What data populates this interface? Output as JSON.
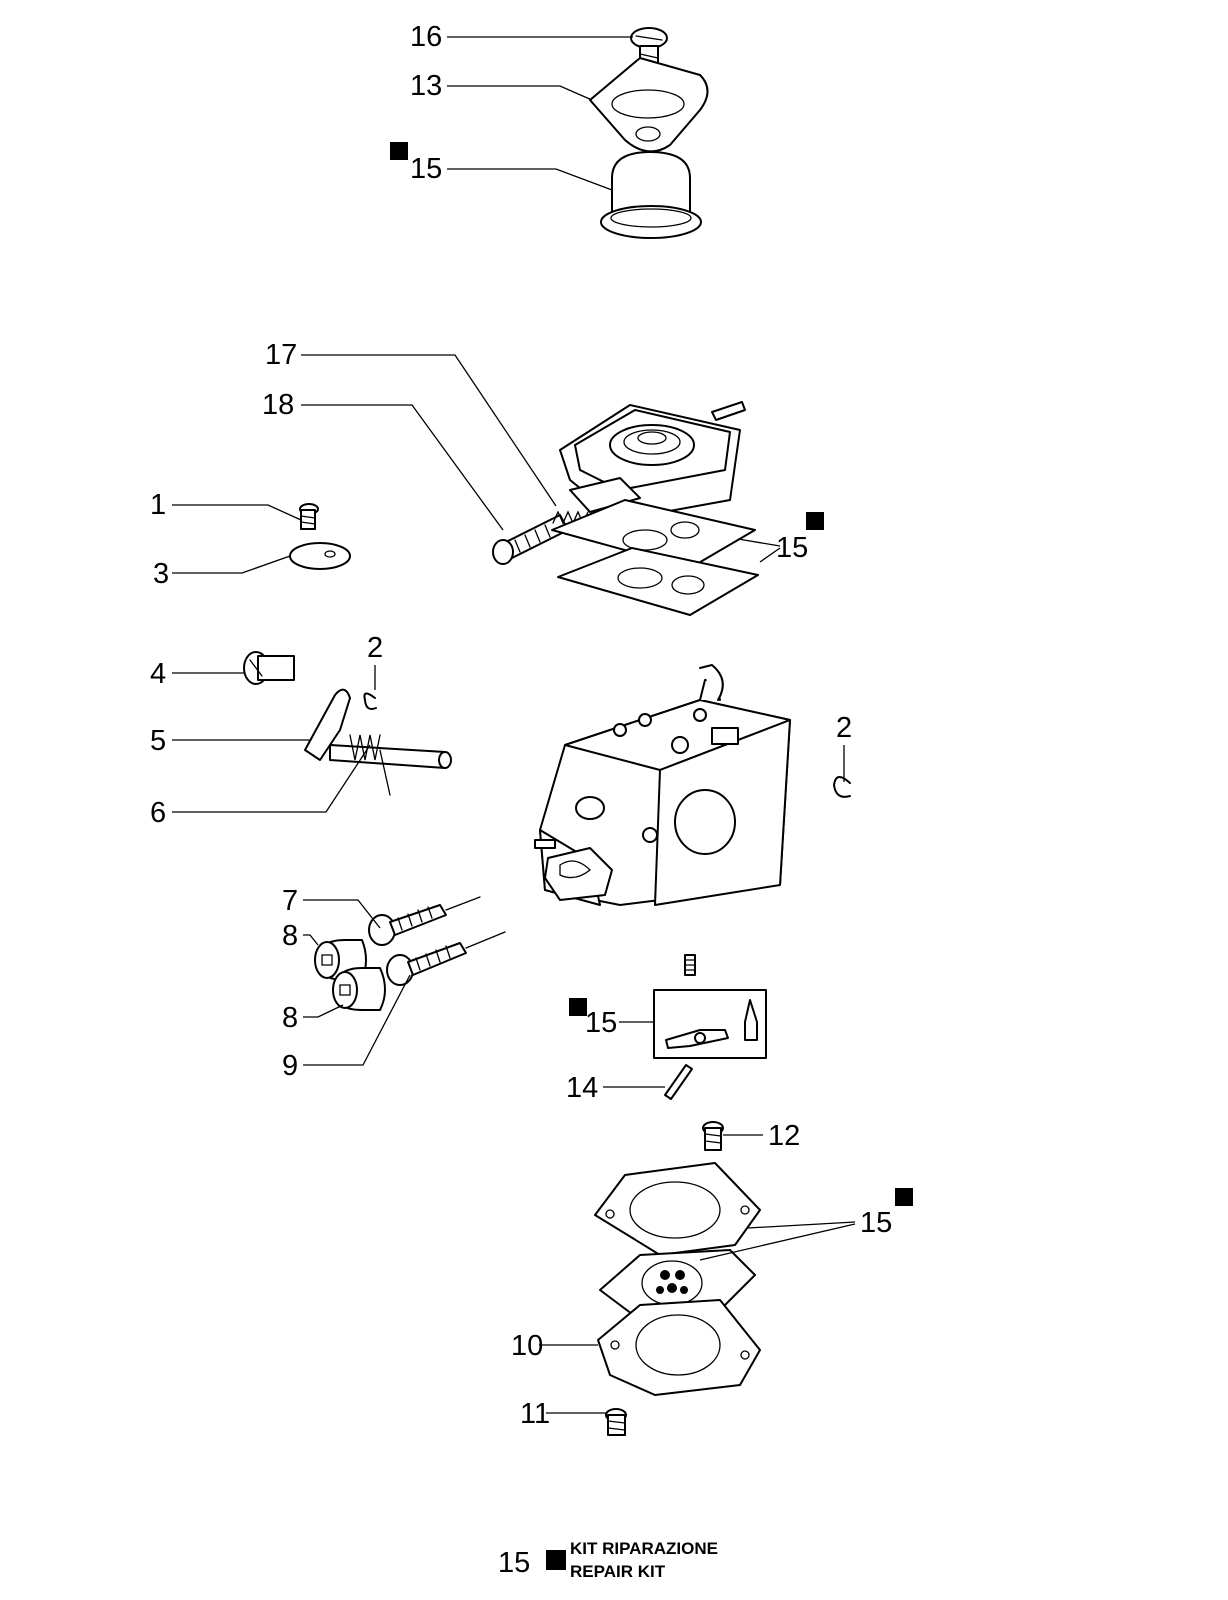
{
  "callouts": {
    "c16": "16",
    "c13": "13",
    "c15_top": "15",
    "c17": "17",
    "c18": "18",
    "c15_upper_gaskets": "15",
    "c1": "1",
    "c3": "3",
    "c2_left": "2",
    "c4": "4",
    "c5": "5",
    "c6": "6",
    "c2_right": "2",
    "c7": "7",
    "c8_upper": "8",
    "c8_lower": "8",
    "c9": "9",
    "c15_kit_box": "15",
    "c14": "14",
    "c12": "12",
    "c15_lower_gaskets": "15",
    "c10": "10",
    "c11": "11"
  },
  "legend": {
    "number": "15",
    "line1": "KIT RIPARAZIONE",
    "line2": "REPAIR KIT"
  }
}
